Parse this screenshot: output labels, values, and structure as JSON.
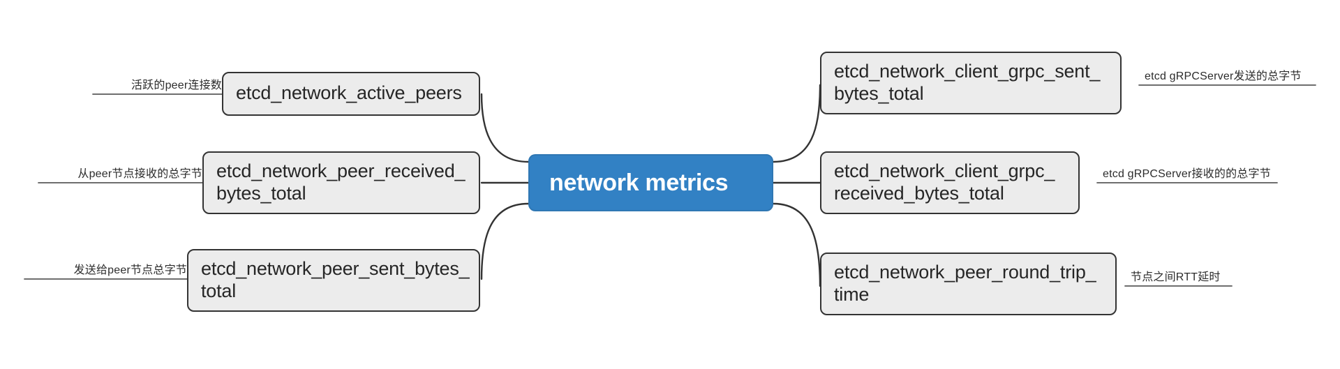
{
  "diagram": {
    "type": "mindmap",
    "root": {
      "label": "network metrics",
      "color": "#3281c4",
      "text_color": "#ffffff"
    },
    "node_style": {
      "fill": "#ececec",
      "border": "#333333",
      "text_color": "#262626"
    },
    "branches": {
      "left": [
        {
          "id": "active-peers",
          "node_label": "etcd_network_active_peers",
          "edge_label": "活跃的peer连接数"
        },
        {
          "id": "peer-received-bytes",
          "node_label": "etcd_network_peer_received_\nbytes_total",
          "edge_label": "从peer节点接收的总字节"
        },
        {
          "id": "peer-sent-bytes",
          "node_label": "etcd_network_peer_sent_bytes_\ntotal",
          "edge_label": "发送给peer节点总字节"
        }
      ],
      "right": [
        {
          "id": "client-grpc-sent",
          "node_label": "etcd_network_client_grpc_sent_\nbytes_total",
          "edge_label": "etcd gRPCServer发送的总字节"
        },
        {
          "id": "client-grpc-received",
          "node_label": "etcd_network_client_grpc_\nreceived_bytes_total",
          "edge_label": "etcd gRPCServer接收的的总字节"
        },
        {
          "id": "peer-round-trip-time",
          "node_label": "etcd_network_peer_round_trip_\ntime",
          "edge_label": "节点之间RTT延时"
        }
      ]
    }
  }
}
